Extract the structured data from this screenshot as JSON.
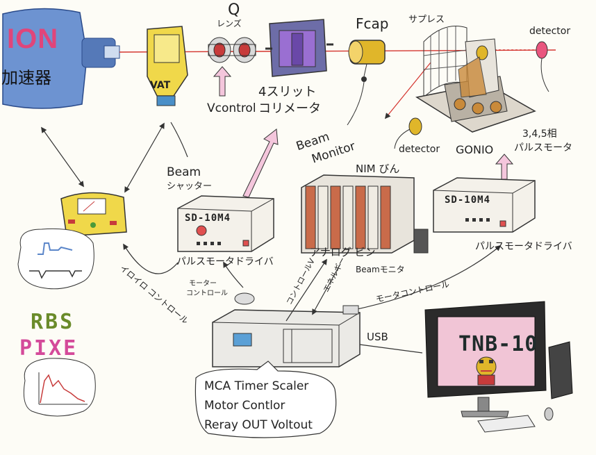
{
  "labels": {
    "ion": "ION",
    "accelerator": "加速器",
    "vat": "VAT",
    "q_lens_q": "Q",
    "q_lens_text": "レンズ",
    "v_control": "Vcontrol",
    "slit_line1": "4スリット",
    "slit_line2": "コリメータ",
    "fcap": "Fcap",
    "supporess": "サプレス",
    "detector_top": "detector",
    "detector_bottom": "detector",
    "gonio": "GONIO",
    "pulse_motor_phase_line1": "3,4,5相",
    "pulse_motor_phase_line2": "パルスモータ",
    "beam_monitor_line1": "Beam",
    "beam_monitor_line2": "Monitor",
    "beam_shutter_line1": "Beam",
    "beam_shutter_line2": "シャッター",
    "sd_left": "SD-10M4",
    "sd_right": "SD-10M4",
    "pulse_driver_left": "パルスモータドライバ",
    "pulse_driver_right": "パルスモータドライバ",
    "nim_bin": "NIM びん",
    "analog_bin": "アナログ ビン",
    "beam_monitor_small": "Beamモニタ",
    "energy": "エネルギー",
    "control_v": "コントロールV",
    "motor_control_line1": "モーター",
    "motor_control_line2": "コントロール",
    "motor_control_right": "モータコントロール",
    "io_control": "イロイロ コントロール",
    "usb": "USB",
    "rbs": "RBS",
    "pixe": "PIXE",
    "tnb": "TNB-10",
    "mca_line1": "MCA   Timer Scaler",
    "mca_line2": "Motor Contlor",
    "mca_line3": "Reray OUT   Voltout"
  },
  "colors": {
    "ion_blue": "#5b86c9",
    "beam_red": "#d4352f",
    "ion_text": "#e0457a",
    "vat_yellow": "#f0d84a",
    "fcap_gold": "#e0b62a",
    "slit_purple": "#8a5ec4",
    "arrow_pink": "#f4c6dc",
    "rbs_green": "#6a8b2a",
    "pixe_pink": "#d44a9a",
    "screen_pink": "#f1c5d6"
  }
}
